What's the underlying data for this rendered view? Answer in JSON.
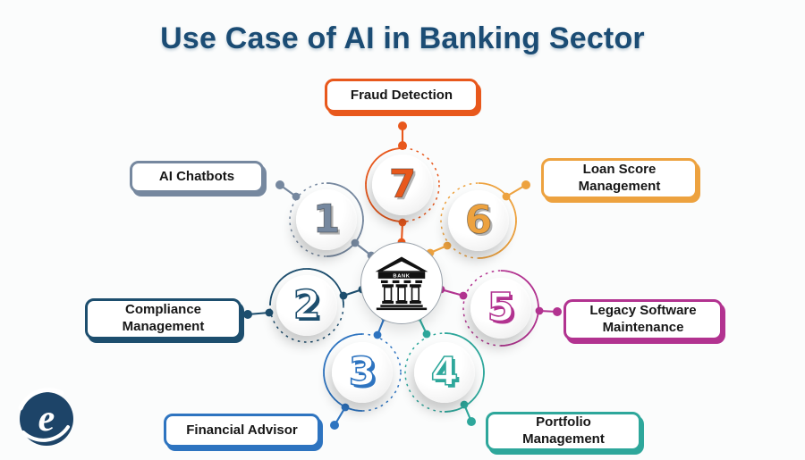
{
  "title": "Use Case of AI in Banking Sector",
  "title_color": "#1b4c74",
  "center": {
    "icon": "bank-building",
    "label": "BANK"
  },
  "items": [
    {
      "num": "1",
      "label": "AI Chatbots",
      "color": "#76889f"
    },
    {
      "num": "2",
      "label": "Compliance Management",
      "color": "#1d4e6e"
    },
    {
      "num": "3",
      "label": "Financial Advisor",
      "color": "#2e74c0"
    },
    {
      "num": "4",
      "label": "Portfolio Management",
      "color": "#2ea79b"
    },
    {
      "num": "5",
      "label": "Legacy Software Maintenance",
      "color": "#b23390"
    },
    {
      "num": "6",
      "label": "Loan Score Management",
      "color": "#eda23f"
    },
    {
      "num": "7",
      "label": "Fraud Detection",
      "color": "#e8581c"
    }
  ],
  "logo": {
    "name": "e-logo",
    "letter": "e",
    "color": "#1d4468"
  }
}
